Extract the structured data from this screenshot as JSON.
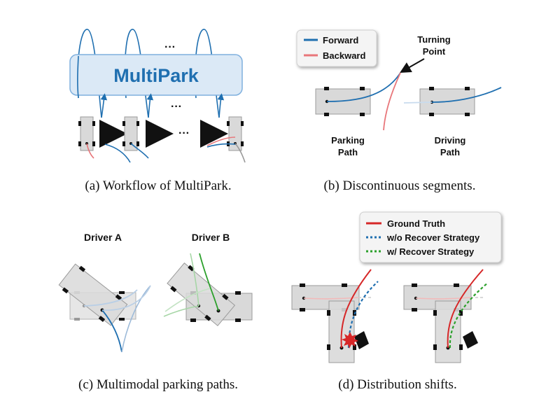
{
  "panel_a": {
    "title": "MultiPark",
    "ellipsis_top": "···",
    "ellipsis_mid": "···",
    "ellipsis_row": "···",
    "caption": "(a) Workflow of MultiPark."
  },
  "panel_b": {
    "legend": [
      {
        "label": "Forward",
        "color": "#1f6fb0"
      },
      {
        "label": "Backward",
        "color": "#e8767a"
      }
    ],
    "turning_point_line1": "Turning",
    "turning_point_line2": "Point",
    "parking_path_line1": "Parking",
    "parking_path_line2": "Path",
    "driving_path_line1": "Driving",
    "driving_path_line2": "Path",
    "caption": "(b) Discontinuous segments."
  },
  "panel_c": {
    "driver_a": "Driver A",
    "driver_b": "Driver B",
    "caption": "(c) Multimodal parking paths."
  },
  "panel_d": {
    "legend": [
      {
        "label": "Ground Truth",
        "color": "#d62728",
        "style": "solid"
      },
      {
        "label": "w/o Recover Strategy",
        "color": "#1f6fb0",
        "style": "dotted"
      },
      {
        "label": "w/ Recover Strategy",
        "color": "#2ca02c",
        "style": "dotted"
      }
    ],
    "caption": "(d) Distribution shifts."
  },
  "colors": {
    "forward": "#1f6fb0",
    "backward": "#e8767a",
    "ground_truth": "#d62728",
    "recover": "#2ca02c",
    "box_fill": "#dbe9f6",
    "box_stroke": "#7fb0de"
  }
}
